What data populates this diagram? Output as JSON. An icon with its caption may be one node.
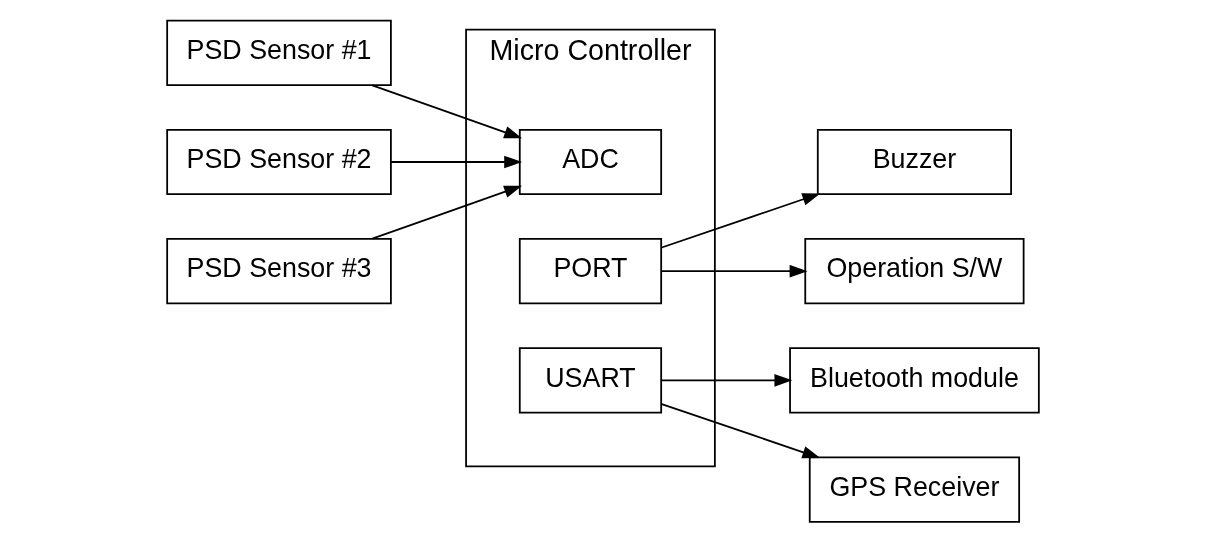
{
  "diagram": {
    "nodes": [
      {
        "text": [
          "Micro Controller"
        ]
      },
      {
        "text": [
          "PSD Sensor #1"
        ]
      },
      {
        "text": [
          "PSD Sensor #2"
        ]
      },
      {
        "text": [
          "PSD Sensor #3"
        ]
      },
      {
        "text": [
          "ADC"
        ],
        "in": 0
      },
      {
        "text": [
          "PORT"
        ],
        "in": 0
      },
      {
        "text": [
          "USART"
        ],
        "in": 0
      },
      {
        "text": [
          "Buzzer"
        ]
      },
      {
        "text": [
          "Operation S/W"
        ]
      },
      {
        "text": [
          "Bluetooth module"
        ]
      },
      {
        "text": [
          "GPS Receiver"
        ]
      }
    ],
    "edges": [
      {
        "from": 1,
        "to": 4,
        "arrow": "to"
      },
      {
        "from": 2,
        "to": 4,
        "arrow": "to"
      },
      {
        "from": 3,
        "to": 4,
        "arrow": "to"
      },
      {
        "from": 5,
        "to": 7,
        "arrow": "to"
      },
      {
        "from": 5,
        "to": 8,
        "arrow": "to"
      },
      {
        "from": 6,
        "to": 9,
        "arrow": "to"
      },
      {
        "from": 6,
        "to": 10,
        "arrow": "to"
      }
    ]
  }
}
